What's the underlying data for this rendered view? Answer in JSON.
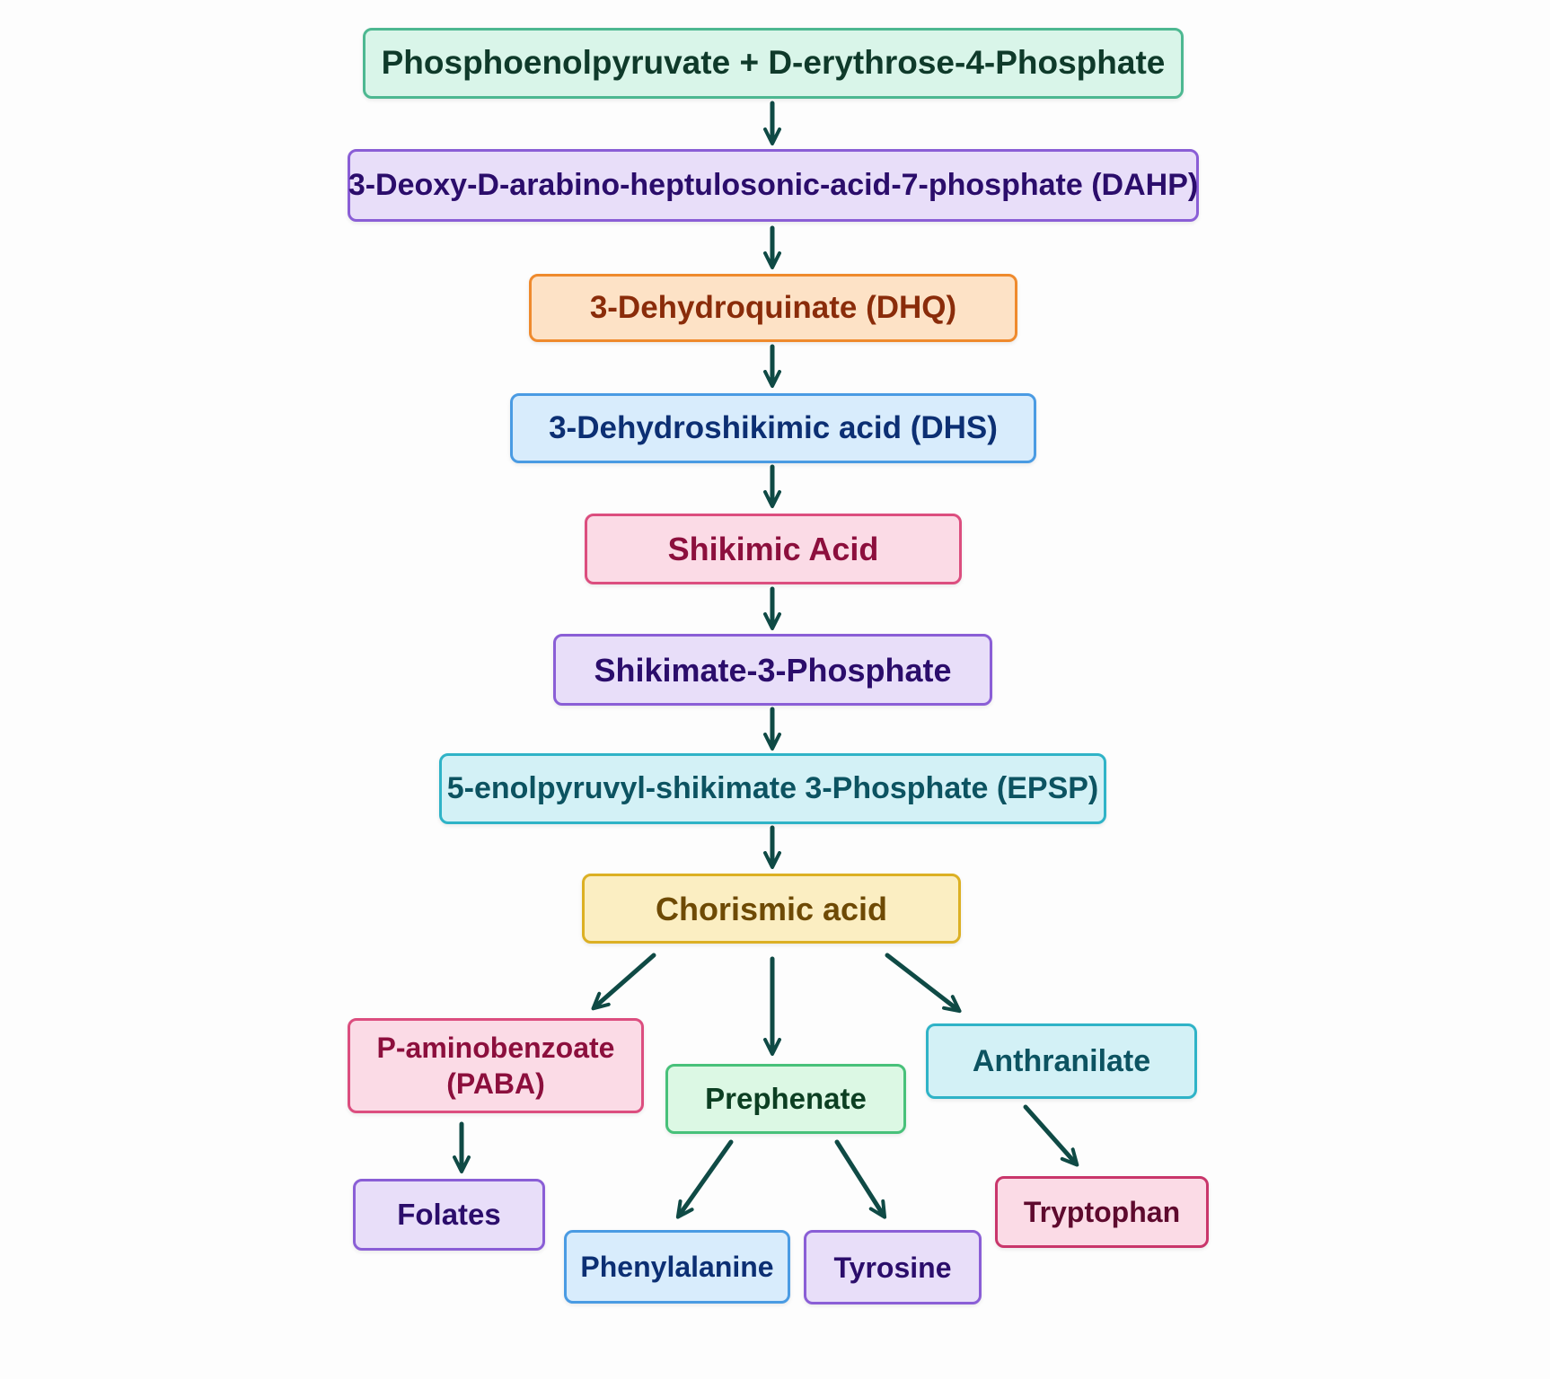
{
  "nodes": {
    "pep_e4p": "Phosphoenolpyruvate + D-erythrose-4-Phosphate",
    "dahp": "3-Deoxy-D-arabino-heptulosonic-acid-7-phosphate (DAHP)",
    "dhq": "3-Dehydroquinate (DHQ)",
    "dhs": "3-Dehydroshikimic acid (DHS)",
    "shikimic": "Shikimic Acid",
    "s3p": "Shikimate-3-Phosphate",
    "epsp": "5-enolpyruvyl-shikimate 3-Phosphate (EPSP)",
    "chorismic": "Chorismic acid",
    "paba_line1": "P-aminobenzoate",
    "paba_line2": "(PABA)",
    "prephenate": "Prephenate",
    "anthranilate": "Anthranilate",
    "folates": "Folates",
    "phenylalanine": "Phenylalanine",
    "tyrosine": "Tyrosine",
    "tryptophan": "Tryptophan"
  },
  "colors": {
    "arrow": "#0f4a45"
  }
}
